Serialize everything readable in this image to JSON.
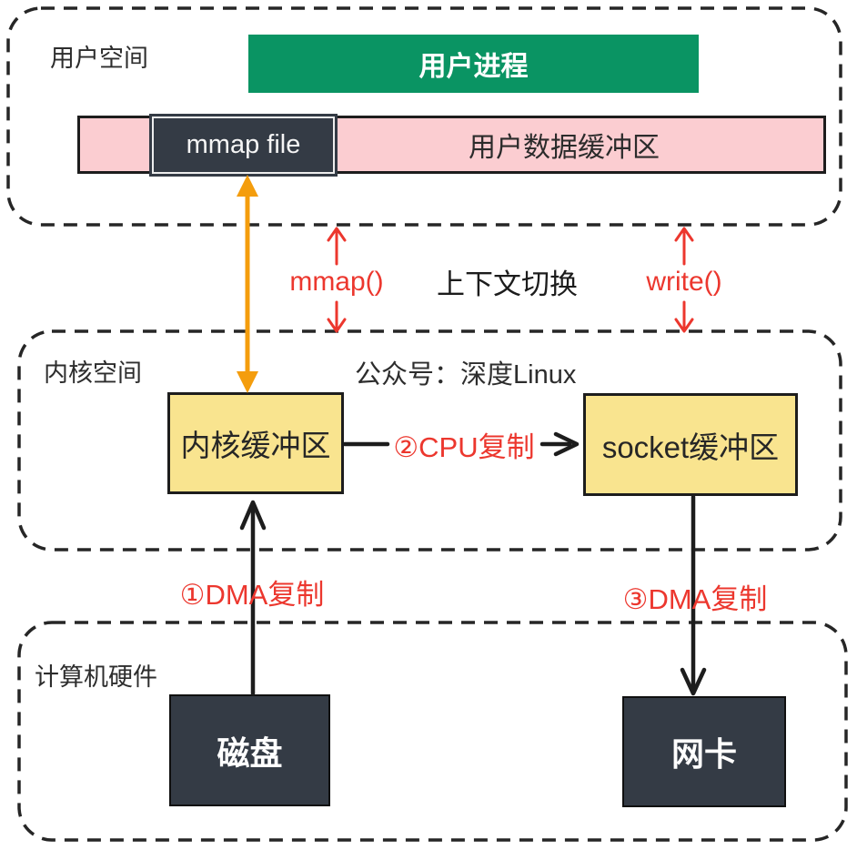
{
  "colors": {
    "green": "#0a9463",
    "pink": "#fbcdd1",
    "yellow": "#f9e48f",
    "dark": "#343b45",
    "red": "#ec372e",
    "orange": "#f49d0d",
    "ink": "#1d1d1d",
    "text": "#2d2d2d"
  },
  "user_space": {
    "label": "用户空间",
    "process_label": "用户进程",
    "mmap_file_label": "mmap file",
    "user_buffer_label": "用户数据缓冲区"
  },
  "context_switch": {
    "mmap_call": "mmap()",
    "label": "上下文切换",
    "write_call": "write()"
  },
  "kernel_space": {
    "label": "内核空间",
    "watermark": "公众号：深度Linux",
    "kernel_buffer_label": "内核缓冲区",
    "cpu_copy_label": "②CPU复制",
    "socket_buffer_label": "socket缓冲区"
  },
  "hardware": {
    "label": "计算机硬件",
    "dma_copy_disk_label": "①DMA复制",
    "dma_copy_nic_label": "③DMA复制",
    "disk_label": "磁盘",
    "nic_label": "网卡"
  }
}
